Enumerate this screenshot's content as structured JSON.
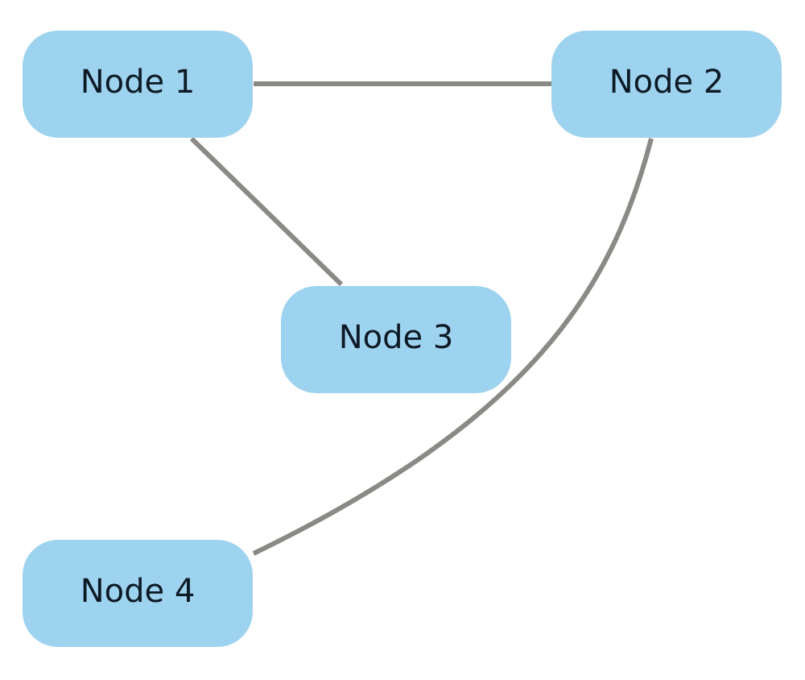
{
  "colors": {
    "node_fill": "#9ed3ef",
    "edge": "#8b8985",
    "label": "#0d1a26",
    "background": "#ffffff"
  },
  "nodes": [
    {
      "id": "n1",
      "label": "Node 1"
    },
    {
      "id": "n2",
      "label": "Node 2"
    },
    {
      "id": "n3",
      "label": "Node 3"
    },
    {
      "id": "n4",
      "label": "Node 4"
    }
  ],
  "edges": [
    {
      "from": "n1",
      "to": "n2"
    },
    {
      "from": "n1",
      "to": "n3"
    },
    {
      "from": "n2",
      "to": "n4"
    }
  ]
}
